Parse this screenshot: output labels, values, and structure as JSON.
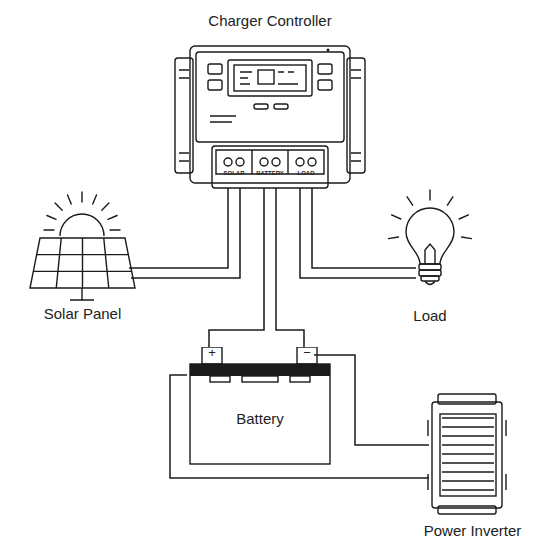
{
  "diagram": {
    "nodes": [
      {
        "text": [
          "Charger Controller"
        ]
      },
      {
        "text": [
          "Solar Panel"
        ]
      },
      {
        "text": [
          "Load"
        ]
      },
      {
        "text": [
          "Battery"
        ]
      },
      {
        "text": [
          "Power Inverter"
        ]
      }
    ],
    "edges": [
      {
        "from": 1,
        "to": 0,
        "arrow": "none"
      },
      {
        "from": 0,
        "to": 2,
        "arrow": "none"
      },
      {
        "from": 3,
        "to": 0,
        "arrow": "none"
      },
      {
        "from": 3,
        "to": 4,
        "arrow": "none"
      }
    ],
    "labels": [
      "SOLAR",
      "BATTERY",
      "LOAD",
      "+",
      "−"
    ]
  }
}
